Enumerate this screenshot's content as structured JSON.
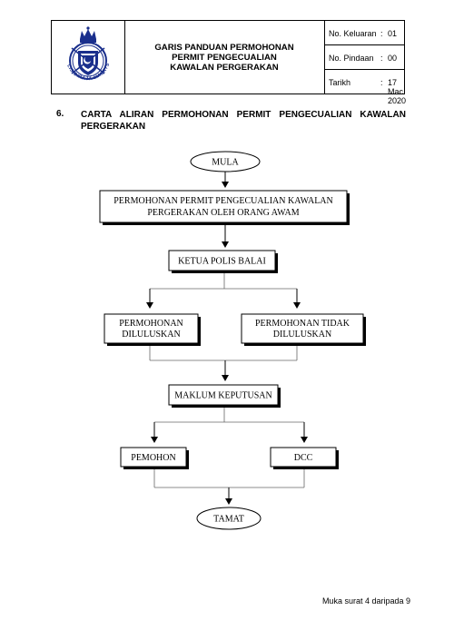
{
  "header": {
    "logo": {
      "icon": "police-crest-icon",
      "motto": "POLIS DIRAJA MALAYSIA"
    },
    "title_lines": [
      "GARIS PANDUAN PERMOHONAN",
      "PERMIT PENGECUALIAN",
      "KAWALAN PERGERAKAN"
    ],
    "info": [
      {
        "label": "No. Keluaran",
        "colon": ":",
        "value": "01"
      },
      {
        "label": "No. Pindaan",
        "colon": ":",
        "value": "00"
      },
      {
        "label": "Tarikh",
        "colon": ":",
        "value": "17 Mac  2020"
      }
    ]
  },
  "section": {
    "number": "6.",
    "title": "CARTA ALIRAN PERMOHONAN PERMIT PENGECUALIAN KAWALAN PERGERAKAN"
  },
  "flowchart": {
    "start": "MULA",
    "application_lines": [
      "PERMOHONAN  PERMIT  PENGECUALIAN  KAWALAN",
      "PERGERAKAN OLEH ORANG AWAM"
    ],
    "station_head": "KETUA POLIS BALAI",
    "approved_lines": [
      "PERMOHONAN",
      "DILULUSKAN"
    ],
    "rejected_lines": [
      "PERMOHONAN TIDAK",
      "DILULUSKAN"
    ],
    "notify": "MAKLUM KEPUTUSAN",
    "applicant": "PEMOHON",
    "dcc": "DCC",
    "end": "TAMAT"
  },
  "footer": {
    "page": "Muka surat 4 daripada 9"
  }
}
